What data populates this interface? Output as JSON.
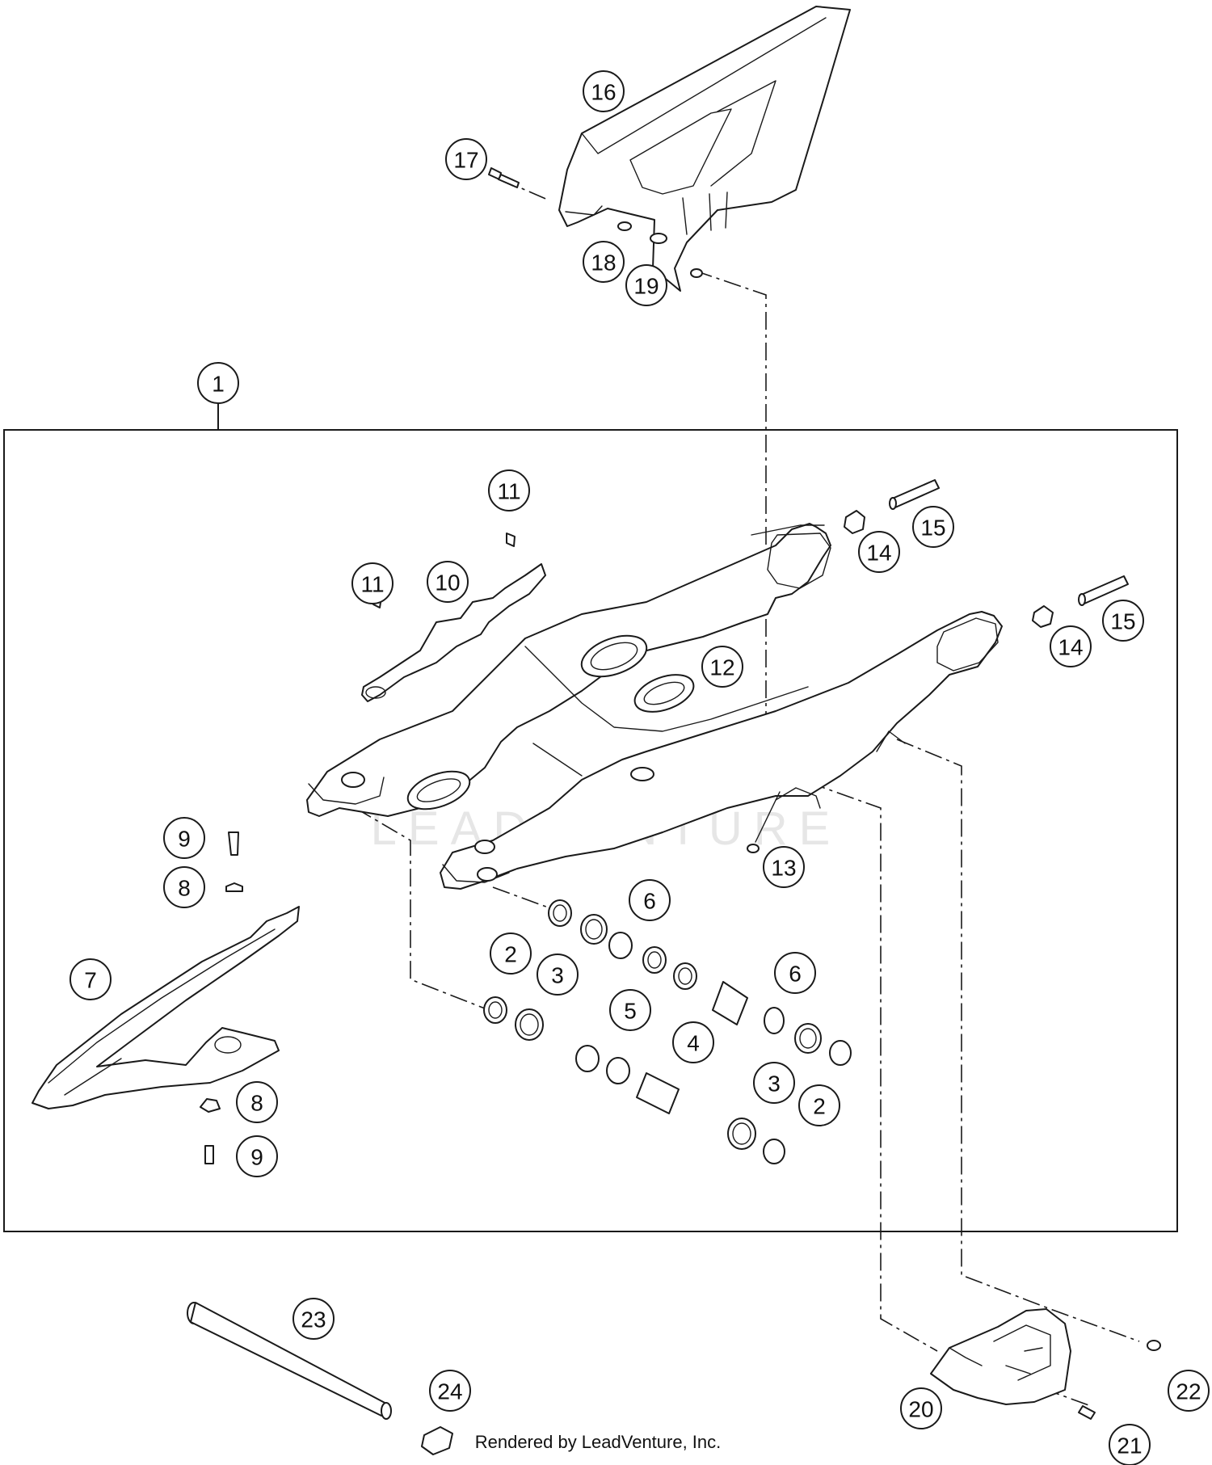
{
  "diagram": {
    "callouts": [
      {
        "id": "c1",
        "label": "1"
      },
      {
        "id": "c2a",
        "label": "2"
      },
      {
        "id": "c2b",
        "label": "2"
      },
      {
        "id": "c3a",
        "label": "3"
      },
      {
        "id": "c3b",
        "label": "3"
      },
      {
        "id": "c4",
        "label": "4"
      },
      {
        "id": "c5",
        "label": "5"
      },
      {
        "id": "c6a",
        "label": "6"
      },
      {
        "id": "c6b",
        "label": "6"
      },
      {
        "id": "c7",
        "label": "7"
      },
      {
        "id": "c8a",
        "label": "8"
      },
      {
        "id": "c8b",
        "label": "8"
      },
      {
        "id": "c9a",
        "label": "9"
      },
      {
        "id": "c9b",
        "label": "9"
      },
      {
        "id": "c10",
        "label": "10"
      },
      {
        "id": "c11a",
        "label": "11"
      },
      {
        "id": "c11b",
        "label": "11"
      },
      {
        "id": "c12",
        "label": "12"
      },
      {
        "id": "c13",
        "label": "13"
      },
      {
        "id": "c14a",
        "label": "14"
      },
      {
        "id": "c14b",
        "label": "14"
      },
      {
        "id": "c15a",
        "label": "15"
      },
      {
        "id": "c15b",
        "label": "15"
      },
      {
        "id": "c16",
        "label": "16"
      },
      {
        "id": "c17",
        "label": "17"
      },
      {
        "id": "c18",
        "label": "18"
      },
      {
        "id": "c19",
        "label": "19"
      },
      {
        "id": "c20",
        "label": "20"
      },
      {
        "id": "c21",
        "label": "21"
      },
      {
        "id": "c22",
        "label": "22"
      },
      {
        "id": "c23",
        "label": "23"
      },
      {
        "id": "c24",
        "label": "24"
      }
    ],
    "watermark": "LEADVENTURE",
    "footer": "Rendered by LeadVenture, Inc."
  }
}
